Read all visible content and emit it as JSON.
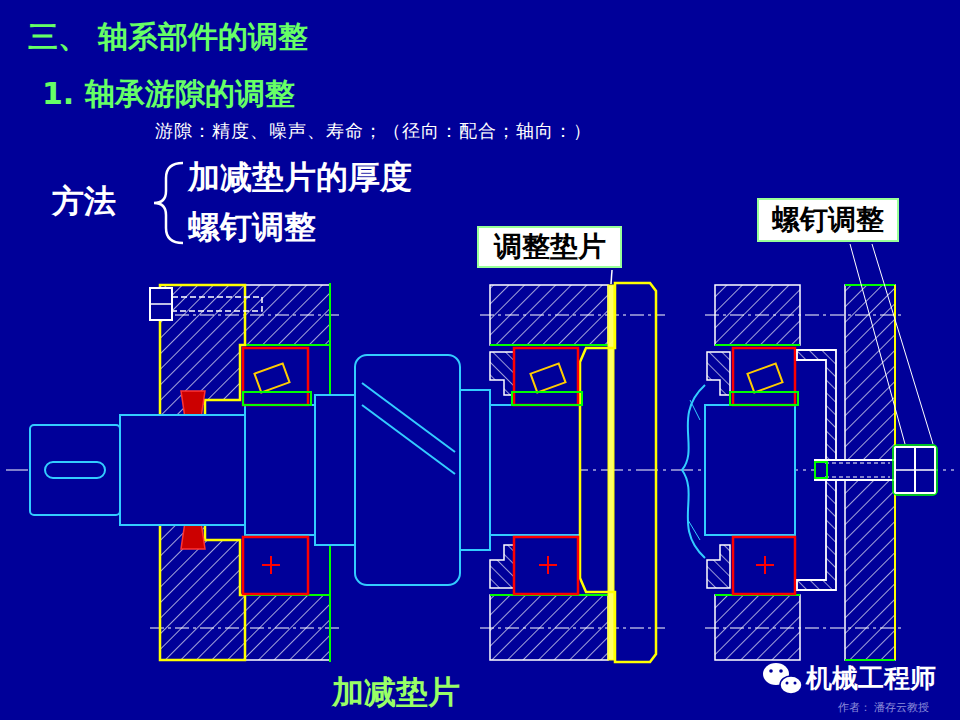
{
  "diagram": {
    "title": "三、 轴系部件的调整",
    "nodes": [
      {
        "text": [
          "调整垫片"
        ]
      },
      {
        "text": [
          "螺钉调整"
        ]
      }
    ],
    "labels": [
      "1. 轴承游隙的调整",
      "游隙：精度、噪声、寿命；（径向：配合；轴向：）",
      "方法",
      "加减垫片的厚度",
      "螺钉调整",
      "加减垫片",
      "机械工程师",
      "作者： 潘存云教授"
    ]
  }
}
